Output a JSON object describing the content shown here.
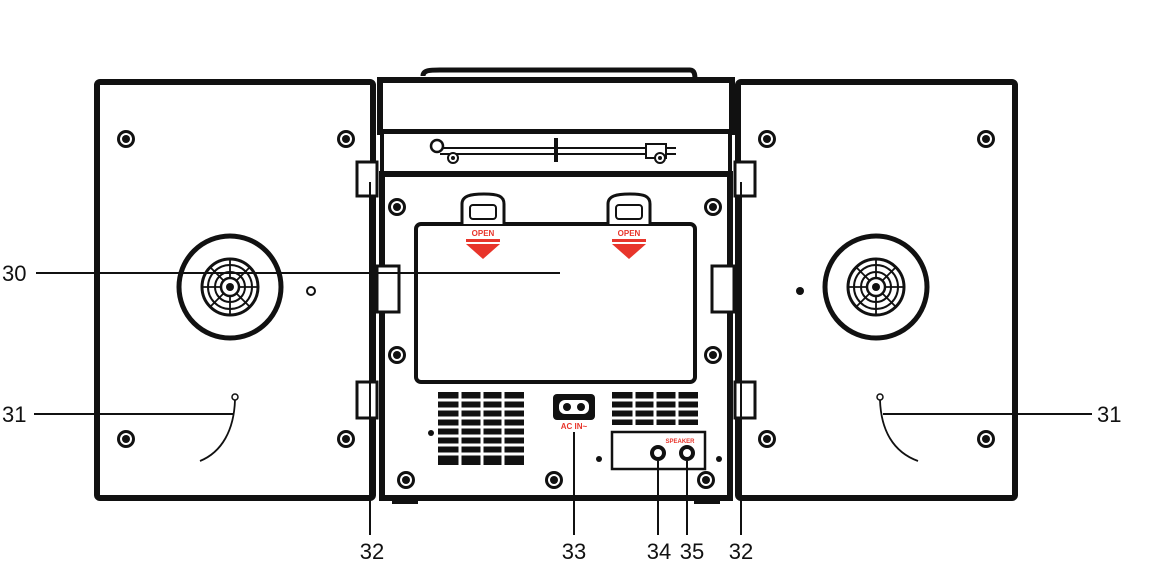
{
  "callouts": {
    "rear_cover": "30",
    "antenna_left": "31",
    "antenna_right": "31",
    "tab_left": "32",
    "ac_socket": "33",
    "speaker_jack_a": "34",
    "speaker_jack_b": "35",
    "tab_right": "32"
  },
  "device_labels": {
    "open_left": "OPEN",
    "open_right": "OPEN",
    "ac_input": "AC IN~",
    "speaker": "SPEAKER"
  },
  "colors": {
    "ink": "#111111",
    "accent": "#e8352b"
  }
}
